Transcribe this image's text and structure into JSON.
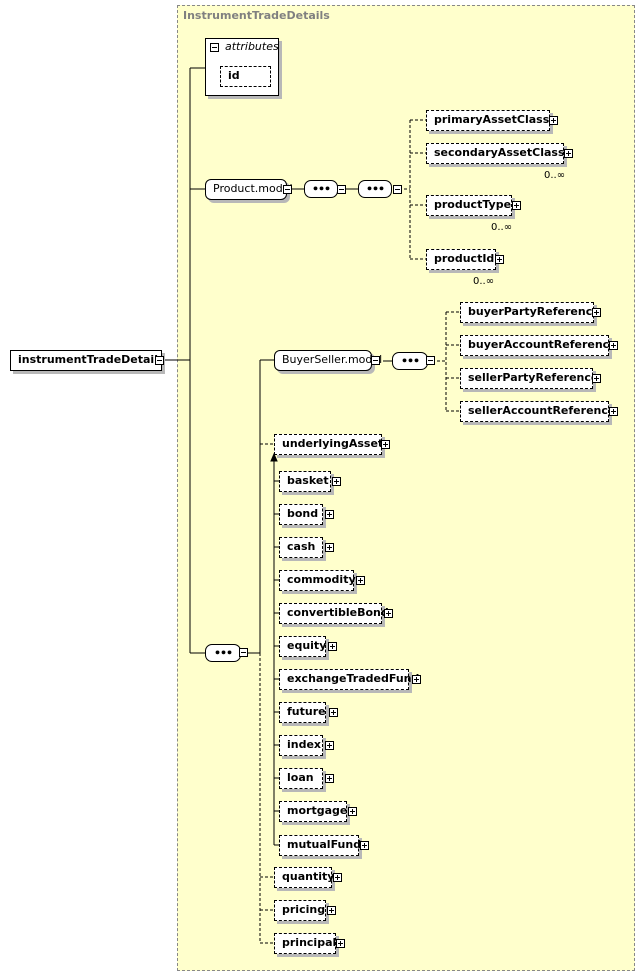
{
  "root": {
    "name": "instrumentTradeDetails"
  },
  "group": {
    "title": "InstrumentTradeDetails"
  },
  "attributes": {
    "title": "attributes",
    "items": [
      "id"
    ]
  },
  "product_model": {
    "name": "Product.model",
    "children": [
      {
        "name": "primaryAssetClass",
        "cardinality": ""
      },
      {
        "name": "secondaryAssetClass",
        "cardinality": "0..∞"
      },
      {
        "name": "productType",
        "cardinality": "0..∞"
      },
      {
        "name": "productId",
        "cardinality": "0..∞"
      }
    ]
  },
  "buyer_seller_model": {
    "name": "BuyerSeller.model",
    "children": [
      {
        "name": "buyerPartyReference"
      },
      {
        "name": "buyerAccountReference"
      },
      {
        "name": "sellerPartyReference"
      },
      {
        "name": "sellerAccountReference"
      }
    ]
  },
  "underlying": {
    "head": "underlyingAsset",
    "substitutes": [
      "basket",
      "bond",
      "cash",
      "commodity",
      "convertibleBond",
      "equity",
      "exchangeTradedFund",
      "future",
      "index",
      "loan",
      "mortgage",
      "mutualFund"
    ]
  },
  "tail": [
    "quantity",
    "pricing",
    "principal"
  ],
  "compositor_symbol": "•••"
}
